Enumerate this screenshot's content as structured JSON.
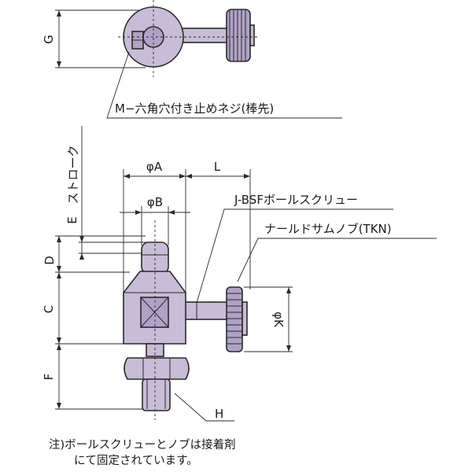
{
  "labels": {
    "g": "G",
    "m_screw": "M−六角穴付き止めネジ(棒先)",
    "stroke": "ストローク",
    "e": "E",
    "d": "D",
    "c": "C",
    "f": "F",
    "phi_a": "φA",
    "l": "L",
    "phi_b": "φB",
    "ball_screw": "J-BSFボールスクリュー",
    "knob": "ナールドサムノブ(TKN)",
    "phi_k": "φK",
    "h": "H"
  },
  "note": {
    "line1": "注)ボールスクリューとノブは接着剤",
    "line2": "にて固定されています。"
  },
  "colors": {
    "body": "#c8bcd8",
    "body_dark": "#b0a2c6",
    "line": "#2a2a2a"
  }
}
